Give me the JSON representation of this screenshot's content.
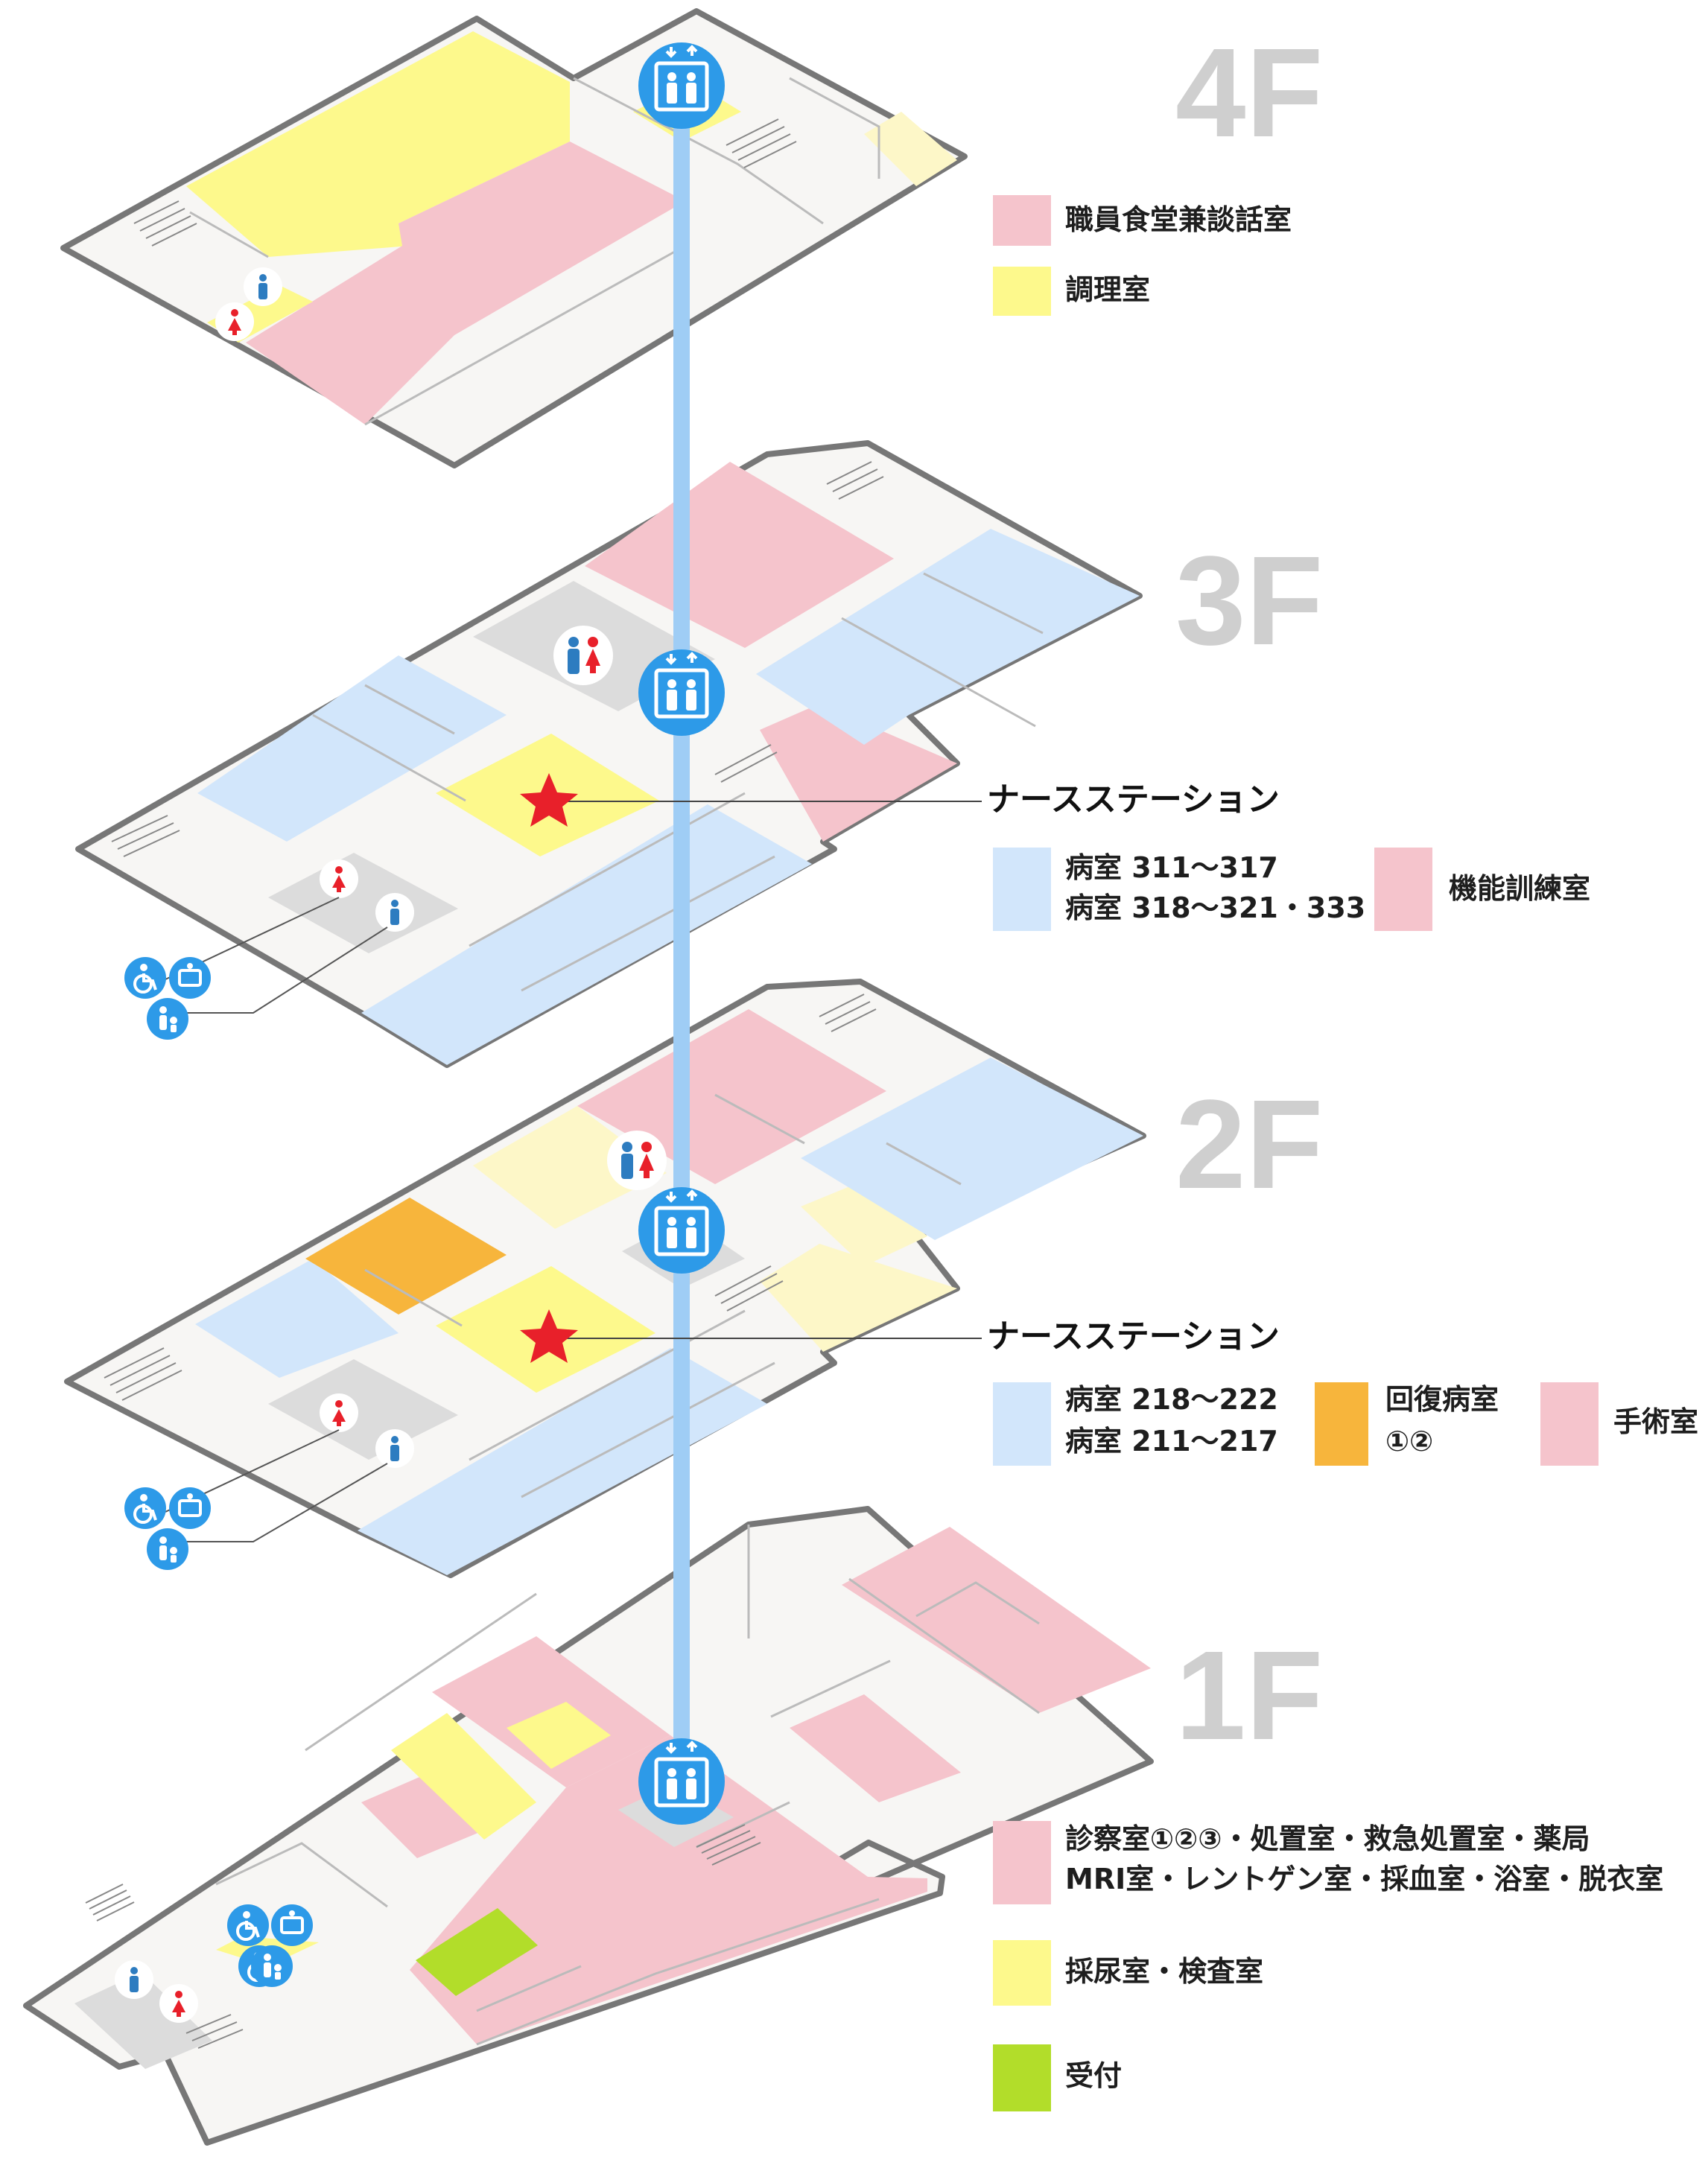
{
  "floors": [
    {
      "id": "4F",
      "label": "4F"
    },
    {
      "id": "3F",
      "label": "3F"
    },
    {
      "id": "2F",
      "label": "2F"
    },
    {
      "id": "1F",
      "label": "1F"
    }
  ],
  "nurse_station_label": "ナースステーション",
  "legend": {
    "f4": [
      {
        "text": "職員食堂兼談話室",
        "color": "#f5c4cc"
      },
      {
        "text": "調理室",
        "color": "#fdf98c"
      }
    ],
    "f3": [
      {
        "text": "病室 311〜317",
        "text2": "病室 318〜321・333",
        "color": "#d2e6fb"
      },
      {
        "text": "機能訓練室",
        "color": "#f5c4cc"
      }
    ],
    "f2": [
      {
        "text": "病室 218〜222",
        "text2": "病室 211〜217",
        "color": "#d2e6fb"
      },
      {
        "text": "回復病室",
        "text2": "①②",
        "color": "#f7b53c"
      },
      {
        "text": "手術室",
        "color": "#f5c4cc"
      }
    ],
    "f1": [
      {
        "text": "診察室①②③・処置室・救急処置室・薬局",
        "text2": "MRI室・レントゲン室・採血室・浴室・脱衣室",
        "color": "#f5c4cc"
      },
      {
        "text": "採尿室・検査室",
        "color": "#fdf98c"
      },
      {
        "text": "受付",
        "color": "#b2dd2a"
      }
    ]
  },
  "colors": {
    "outline": "#777777",
    "floor": "#f7f6f4",
    "elevator_shaft": "#9fcdf5",
    "icon_blue": "#2d9ae8",
    "star_red": "#e8202a"
  },
  "icons": [
    "elevator-icon",
    "male-icon",
    "female-icon",
    "wheelchair-icon",
    "multipurpose-toilet-icon",
    "baby-care-icon",
    "star-icon"
  ]
}
